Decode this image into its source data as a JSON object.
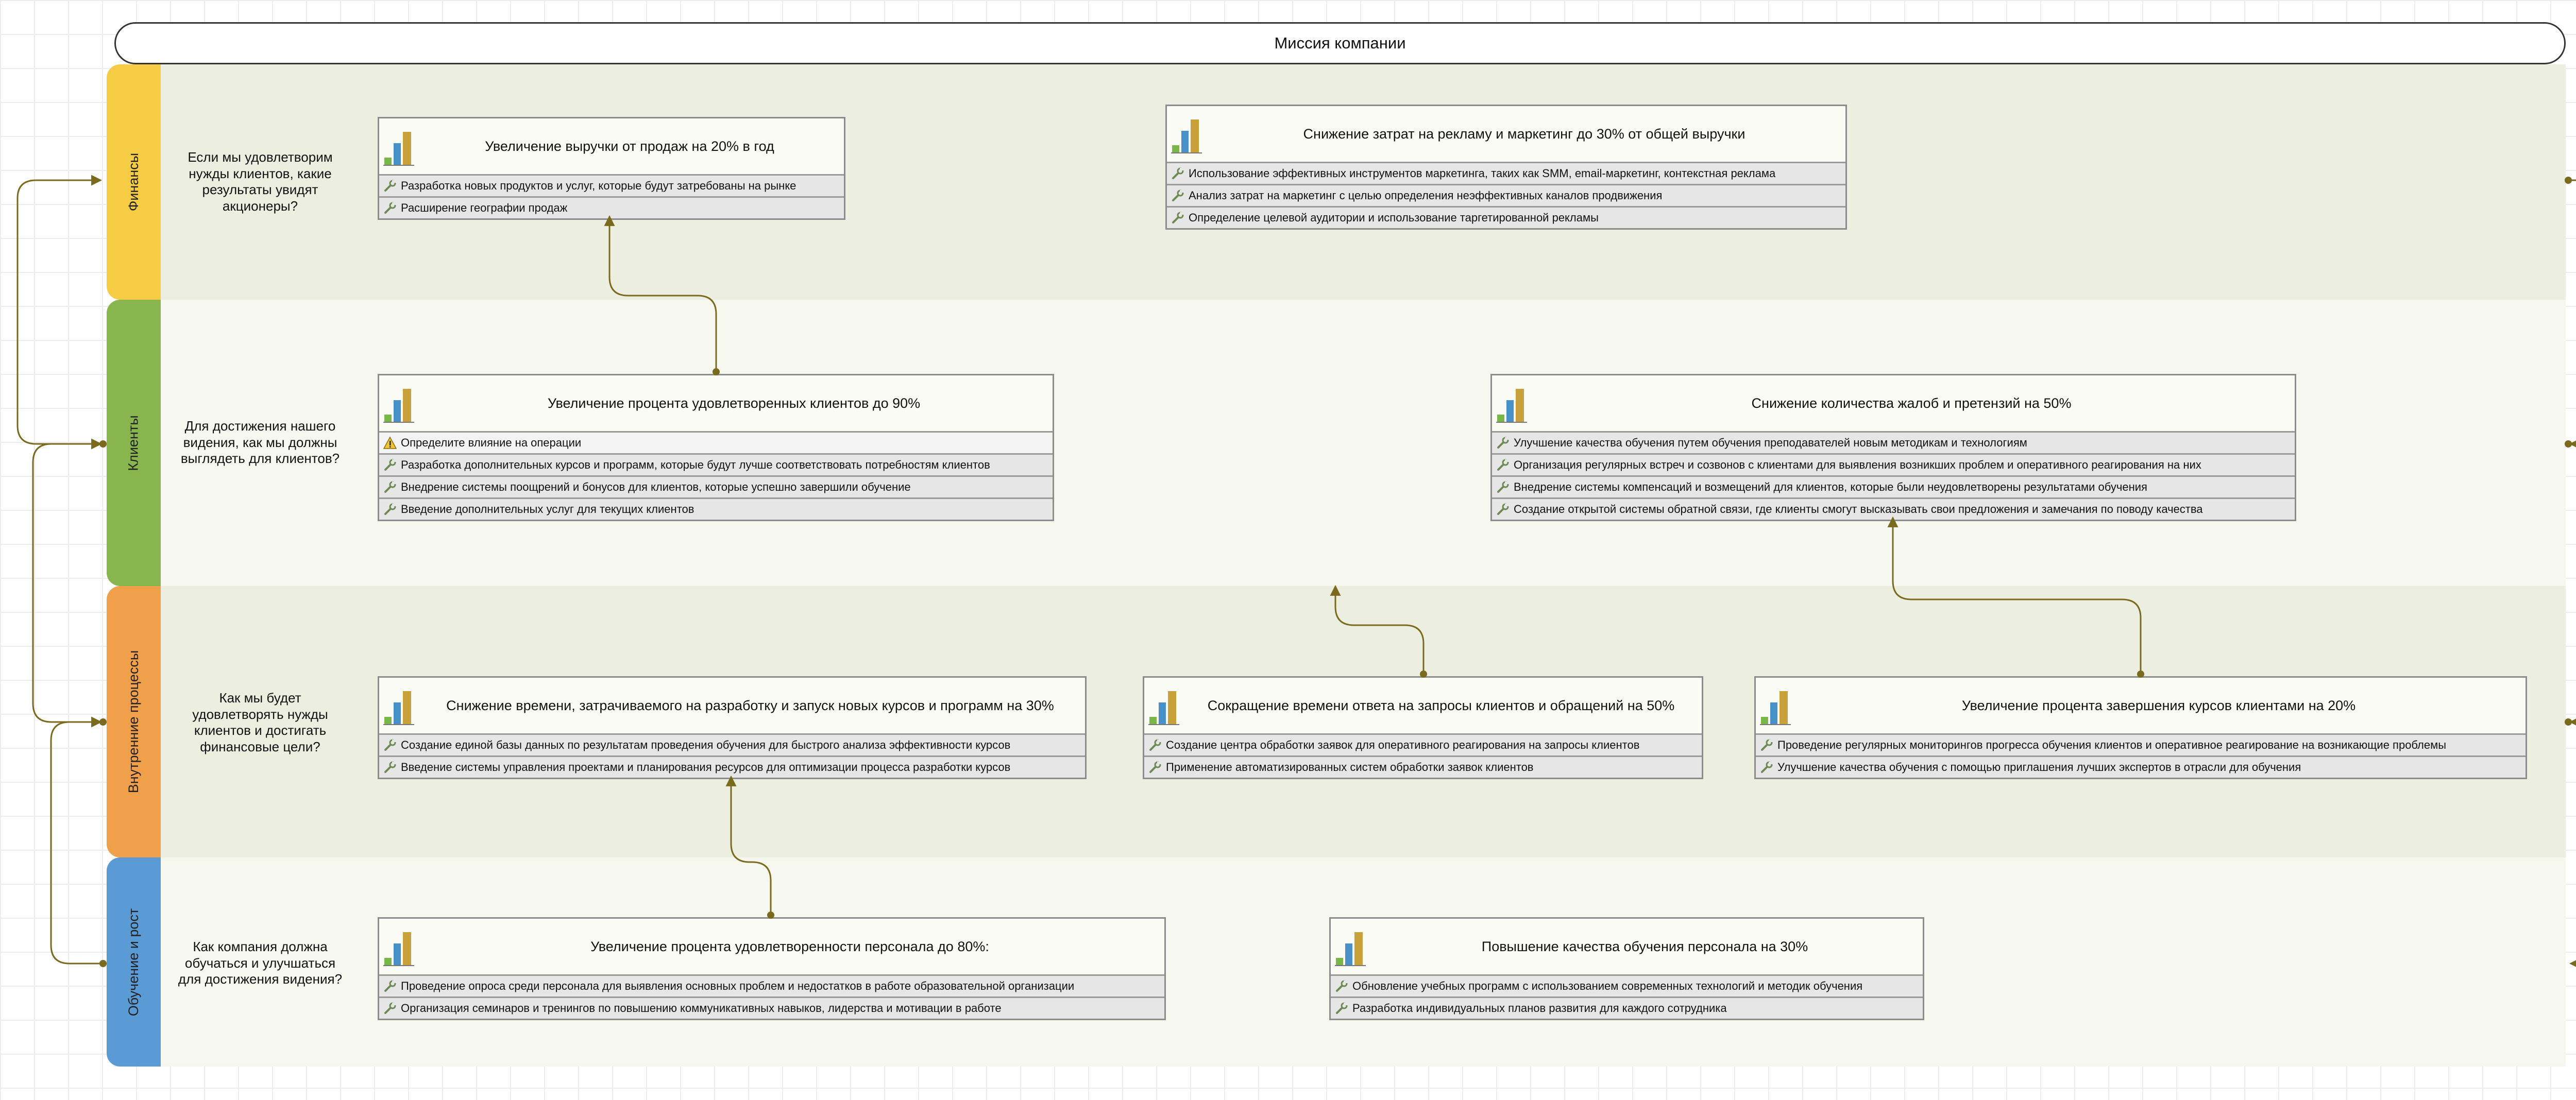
{
  "mission": "Миссия компании",
  "lanes": [
    {
      "label": "Финансы",
      "question": "Если мы удовлетворим нужды клиентов, какие результаты увидят акционеры?"
    },
    {
      "label": "Клиенты",
      "question": "Для достижения нашего видения, как мы должны выглядеть для клиентов?"
    },
    {
      "label": "Внутренние процессы",
      "question": "Как мы будет удовлетворять нужды клиентов и достигать финансовые цели?"
    },
    {
      "label": "Обучение и рост",
      "question": "Как компания должна обучаться и улучшаться для достижения видения?"
    }
  ],
  "cards": [
    {
      "title": "Увеличение выручки от продаж на 20% в год",
      "rows": [
        "Разработка новых продуктов и услуг, которые будут затребованы на рынке",
        "Расширение географии продаж"
      ]
    },
    {
      "title": "Снижение затрат на рекламу и маркетинг до 30% от общей выручки",
      "rows": [
        "Использование эффективных инструментов маркетинга, таких как SMM, email-маркетинг, контекстная реклама",
        "Анализ затрат на маркетинг с целью определения неэффективных каналов продвижения",
        "Определение целевой аудитории и использование таргетированной рекламы"
      ]
    },
    {
      "title": "Увеличение процента удовлетворенных клиентов до 90%",
      "rows": [
        "Определите влияние на операции",
        "Разработка дополнительных курсов и программ, которые будут лучше соответствовать потребностям клиентов",
        "Внедрение системы поощрений и бонусов для клиентов, которые успешно завершили обучение",
        "Введение дополнительных услуг для текущих клиентов"
      ]
    },
    {
      "title": "Снижение количества жалоб и претензий на 50%",
      "rows": [
        "Улучшение качества обучения путем обучения преподавателей новым методикам и технологиям",
        "Организация регулярных встреч и созвонов с клиентами для выявления возникших проблем и оперативного реагирования на них",
        "Внедрение системы компенсаций и возмещений для клиентов, которые были неудовлетворены результатами обучения",
        "Создание открытой системы обратной связи, где клиенты смогут высказывать свои предложения и замечания по поводу качества"
      ]
    },
    {
      "title": "Снижение времени, затрачиваемого на разработку и запуск новых курсов и программ на 30%",
      "rows": [
        "Создание единой базы данных по результатам проведения обучения для быстрого анализа эффективности курсов",
        "Введение системы управления проектами и планирования ресурсов для оптимизации процесса разработки курсов"
      ]
    },
    {
      "title": "Сокращение времени ответа на запросы клиентов и обращений на 50%",
      "rows": [
        "Создание центра обработки заявок для оперативного реагирования на запросы клиентов",
        "Применение автоматизированных систем обработки заявок клиентов"
      ]
    },
    {
      "title": "Увеличение процента завершения курсов клиентами на 20%",
      "rows": [
        "Проведение регулярных мониторингов прогресса обучения клиентов и оперативное реагирование на возникающие проблемы",
        "Улучшение качества обучения с помощью приглашения лучших экспертов в отрасли для обучения"
      ]
    },
    {
      "title": "Увеличение процента удовлетворенности персонала до 80%:",
      "rows": [
        "Проведение опроса среди персонала для выявления основных проблем и недостатков в работе образовательной организации",
        "Организация семинаров и тренингов по повышению коммуникативных навыков, лидерства и мотивации в работе"
      ]
    },
    {
      "title": "Повышение качества обучения персонала на 30%",
      "rows": [
        "Обновление учебных программ с использованием современных технологий и методик обучения",
        "Разработка индивидуальных планов развития для каждого сотрудника"
      ]
    }
  ],
  "colors": {
    "connector": "#7a6a1e",
    "finance": "#f6cc45",
    "customers": "#88b54d",
    "processes": "#f0a04b",
    "learning": "#5b9bd5"
  },
  "icons": {
    "card": "bar-chart-icon",
    "row": "wrench-icon",
    "warning": "warning-icon"
  }
}
